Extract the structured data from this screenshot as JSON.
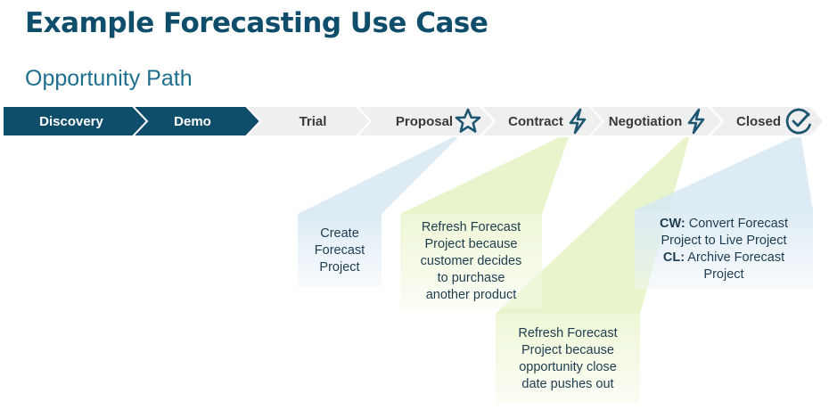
{
  "title": "Example Forecasting Use Case",
  "subtitle": "Opportunity Path",
  "stages": [
    {
      "label": "Discovery",
      "state": "active"
    },
    {
      "label": "Demo",
      "state": "active"
    },
    {
      "label": "Trial",
      "state": "inactive"
    },
    {
      "label": "Proposal",
      "state": "inactive",
      "icon": "star-icon"
    },
    {
      "label": "Contract",
      "state": "inactive",
      "icon": "lightning-icon"
    },
    {
      "label": "Negotiation",
      "state": "inactive",
      "icon": "lightning-icon"
    },
    {
      "label": "Closed",
      "state": "inactive",
      "icon": "check-circle-icon"
    }
  ],
  "notes": [
    {
      "lines": [
        "Create",
        "Forecast",
        "Project"
      ]
    },
    {
      "lines": [
        "Refresh Forecast",
        "Project because",
        "customer decides",
        "to purchase",
        "another product"
      ]
    },
    {
      "lines": [
        "Refresh Forecast",
        "Project because",
        "opportunity close",
        "date pushes out"
      ]
    },
    {
      "cw_prefix": "CW:",
      "cw_text": " Convert Forecast",
      "cw_text2": "Project to Live Project",
      "cl_prefix": "CL:",
      "cl_text": " Archive Forecast",
      "cl_text2": "Project"
    }
  ],
  "colors": {
    "active": "#0e4e6b",
    "inactive": "#efefef",
    "text_dark": "#3a3a3a",
    "icon": "#1e5570",
    "callout_blue": "#cfe3ef",
    "callout_green": "#e6f3c6"
  }
}
